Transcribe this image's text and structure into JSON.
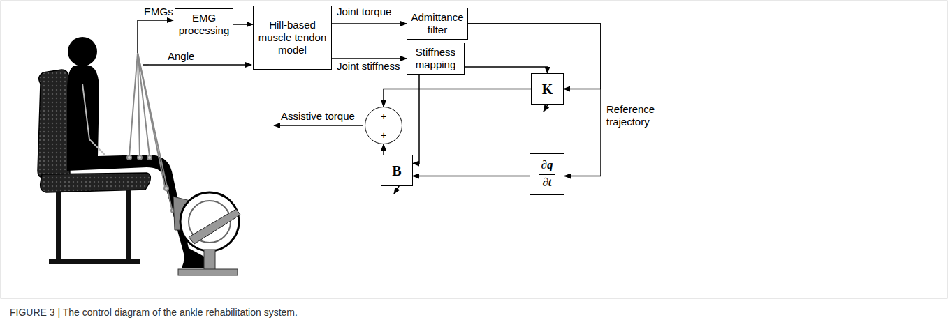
{
  "diagram": {
    "caption": "FIGURE 3 | The control diagram of the ankle rehabilitation system.",
    "nodes": [
      {
        "text": [
          "EMG processing"
        ]
      },
      {
        "text": [
          "Hill-based muscle tendon model"
        ]
      },
      {
        "text": [
          "Admittance filter"
        ]
      },
      {
        "text": [
          "Stiffness mapping"
        ]
      },
      {
        "text": [
          "K"
        ]
      },
      {
        "text": [
          "+",
          "+"
        ]
      },
      {
        "text": [
          "B"
        ]
      },
      {
        "text": [
          "∂q ∂t"
        ]
      }
    ],
    "edges": [
      {
        "from": 0,
        "to": 1,
        "arrow": "to"
      },
      {
        "from": 1,
        "to": 2,
        "label": "Joint torque",
        "arrow": "to"
      },
      {
        "from": 1,
        "to": 3,
        "label": "Joint stiffness",
        "arrow": "to"
      },
      {
        "from": 2,
        "to": 4,
        "arrow": "to"
      },
      {
        "from": 2,
        "to": 7,
        "arrow": "to"
      },
      {
        "from": 7,
        "to": 6,
        "arrow": "to"
      },
      {
        "from": 3,
        "to": 4,
        "arrow": "to"
      },
      {
        "from": 3,
        "to": 6,
        "arrow": "to"
      },
      {
        "from": 4,
        "to": 5,
        "arrow": "to"
      },
      {
        "from": 6,
        "to": 5,
        "arrow": "to"
      }
    ],
    "labels": [
      "EMGs",
      "Angle",
      "Reference trajectory",
      "Assistive torque"
    ]
  }
}
